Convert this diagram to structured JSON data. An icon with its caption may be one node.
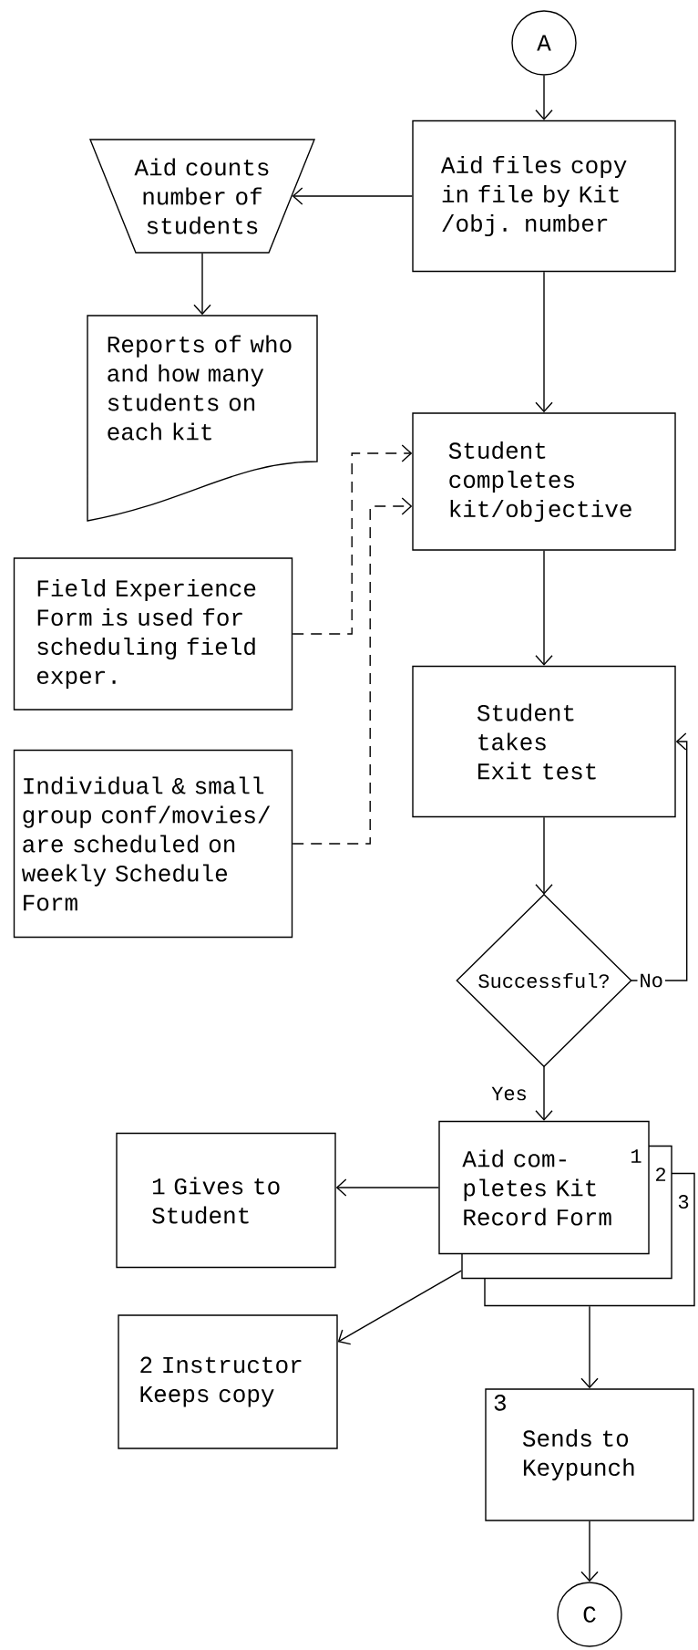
{
  "diagram": {
    "nodes": [
      {
        "text": [
          "A"
        ]
      },
      {
        "text": [
          "Aid files copy in file by Kit /obj. number"
        ]
      },
      {
        "text": [
          "Aid counts number of students"
        ]
      },
      {
        "text": [
          "Reports of who and how many students on each kit"
        ]
      },
      {
        "text": [
          "Student completes kit/objective"
        ]
      },
      {
        "text": [
          "Field Experience Form is used for scheduling field exper."
        ]
      },
      {
        "text": [
          "Individual & small group conf/movies/ are scheduled on weekly Schedule Form"
        ]
      },
      {
        "text": [
          "Student takes Exit test"
        ]
      },
      {
        "text": [
          "Successful?"
        ]
      },
      {
        "text": [
          "Aid com- pletes Kit Record Form",
          "1",
          "2",
          "3"
        ]
      },
      {
        "text": [
          "1 Gives to Student"
        ]
      },
      {
        "text": [
          "2 Instructor Keeps copy"
        ]
      },
      {
        "text": [
          "3",
          "Sends to Keypunch"
        ]
      },
      {
        "text": [
          "C"
        ]
      }
    ],
    "edges": [
      {
        "from": 0,
        "to": 1,
        "arrow": "to"
      },
      {
        "from": 1,
        "to": 2,
        "arrow": "to"
      },
      {
        "from": 2,
        "to": 3,
        "arrow": "to"
      },
      {
        "from": 1,
        "to": 4,
        "arrow": "to"
      },
      {
        "from": 5,
        "to": 4,
        "arrow": "to",
        "style": "dashed"
      },
      {
        "from": 6,
        "to": 4,
        "arrow": "to",
        "style": "dashed"
      },
      {
        "from": 4,
        "to": 7,
        "arrow": "to"
      },
      {
        "from": 7,
        "to": 8,
        "arrow": "to"
      },
      {
        "from": 8,
        "to": 9,
        "arrow": "to",
        "label": "Yes"
      },
      {
        "from": 8,
        "to": 7,
        "arrow": "to",
        "label": "No"
      },
      {
        "from": 9,
        "to": 10,
        "arrow": "to"
      },
      {
        "from": 9,
        "to": 11,
        "arrow": "to"
      },
      {
        "from": 9,
        "to": 12,
        "arrow": "to"
      },
      {
        "from": 12,
        "to": 13,
        "arrow": "to"
      }
    ]
  }
}
